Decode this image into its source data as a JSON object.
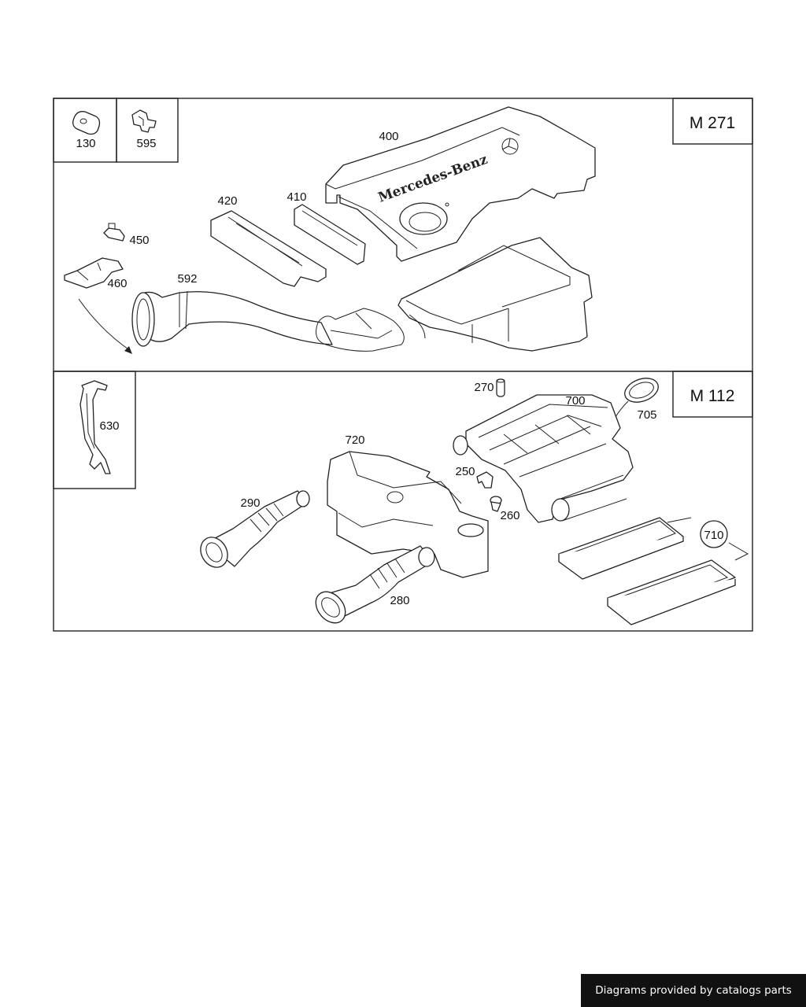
{
  "sections": {
    "top": {
      "engine_code": "M 271"
    },
    "bottom": {
      "engine_code": "M 112"
    }
  },
  "callouts": {
    "p130": "130",
    "p595": "595",
    "p400": "400",
    "p410": "410",
    "p420": "420",
    "p450": "450",
    "p460": "460",
    "p592": "592",
    "p630": "630",
    "p270": "270",
    "p700": "700",
    "p705": "705",
    "p720": "720",
    "p250": "250",
    "p260": "260",
    "p290": "290",
    "p280": "280",
    "p710": "710"
  },
  "cover_brand": "Mercedes-Benz",
  "credit": "Diagrams provided by catalogs parts"
}
